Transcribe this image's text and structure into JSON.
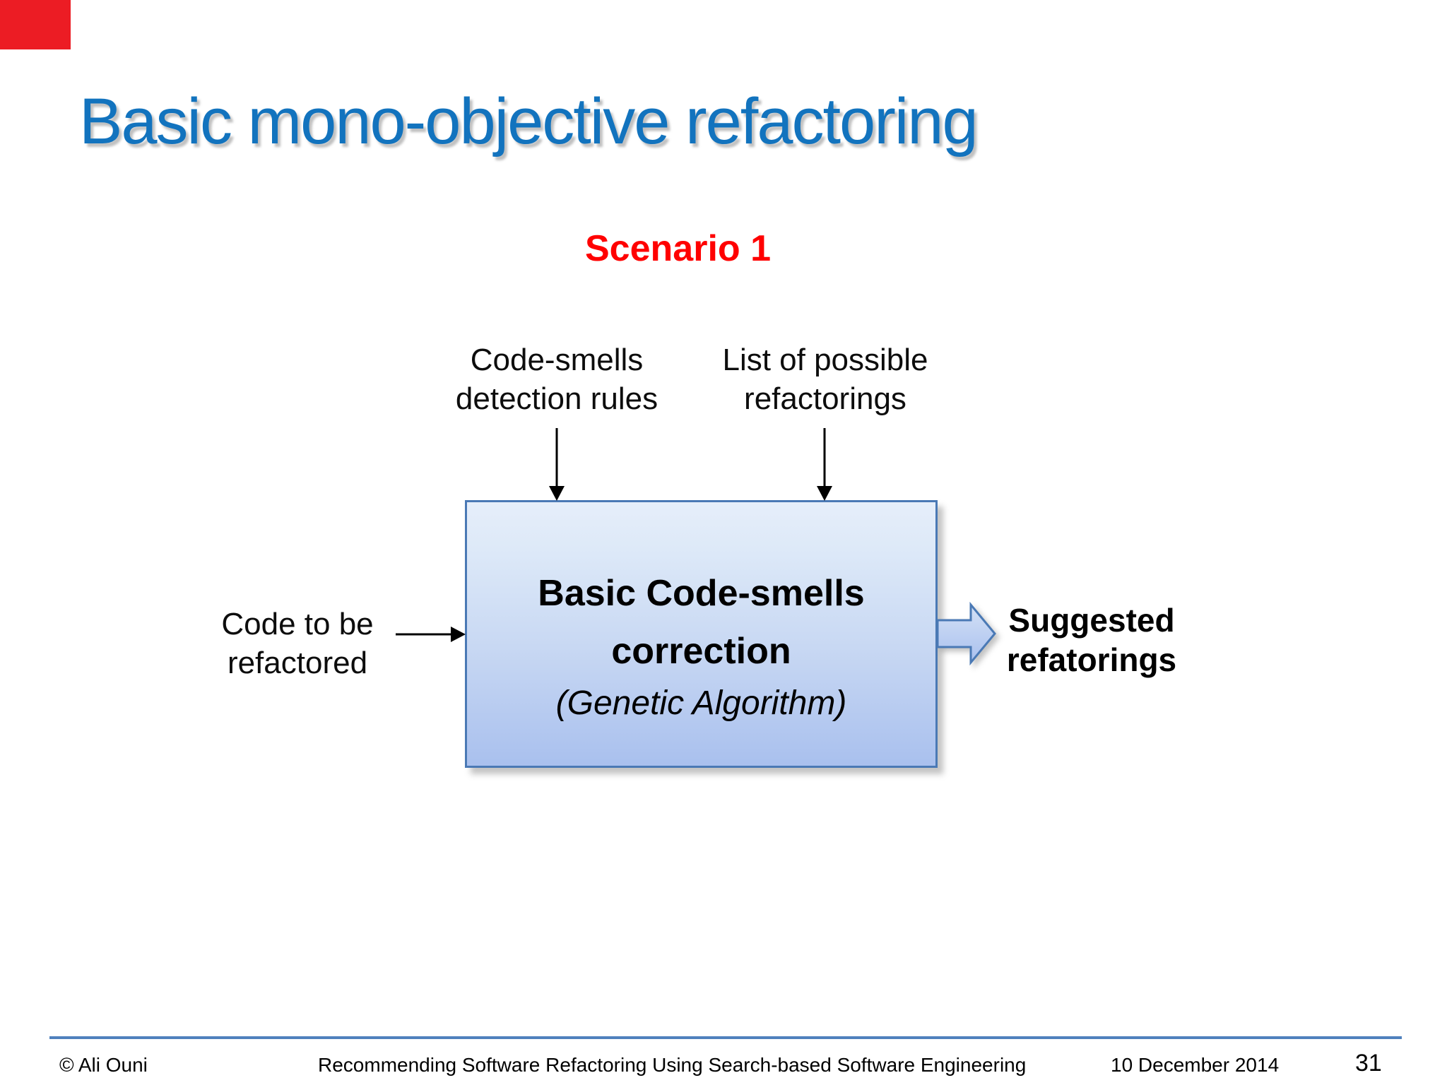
{
  "slide": {
    "title": "Basic mono-objective refactoring",
    "scenario_label": "Scenario 1",
    "diagram": {
      "top_input_1": {
        "lines": [
          "Code-smells",
          "detection rules"
        ]
      },
      "top_input_2": {
        "lines": [
          "List of possible",
          "refactorings"
        ]
      },
      "left_input": {
        "lines": [
          "Code to be",
          "refactored"
        ]
      },
      "process_box": {
        "line1": "Basic Code-smells",
        "line2": "correction",
        "line3": "(Genetic Algorithm)"
      },
      "output": {
        "lines": [
          "Suggested",
          "refatorings"
        ]
      }
    },
    "footer": {
      "copyright": "© Ali Ouni",
      "center_title": "Recommending Software Refactoring Using Search-based Software Engineering",
      "date": "10 December 2014",
      "page_number": "31"
    },
    "colors": {
      "title_blue": "#1273BE",
      "scenario_red": "#FF0000",
      "corner_red": "#EC1C24",
      "box_border_blue": "#4A79B5",
      "box_fill_top": "#DDE9F8",
      "box_fill_bottom": "#A9C0EE",
      "footer_line_blue": "#4F81BD"
    }
  }
}
